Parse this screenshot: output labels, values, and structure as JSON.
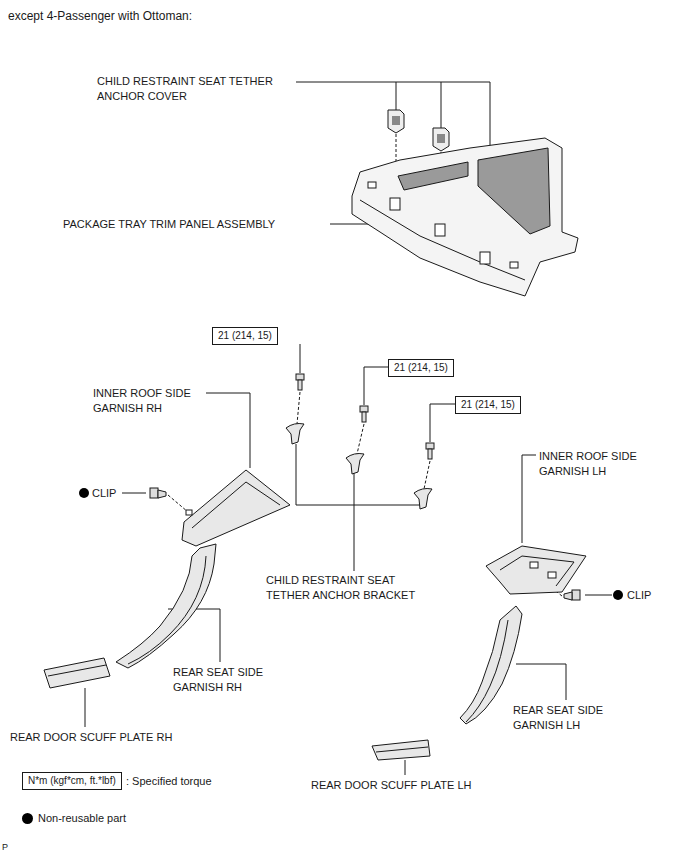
{
  "diagram": {
    "title": "except 4-Passenger with Ottoman:",
    "nodes": [
      {
        "text": [
          "21 (214, 15)"
        ]
      },
      {
        "text": [
          "21 (214, 15)"
        ]
      },
      {
        "text": [
          "21 (214, 15)"
        ]
      },
      {
        "text": [
          "N*m (kgf*cm, ft.*lbf)"
        ]
      }
    ],
    "labels": [
      "CHILD RESTRAINT SEAT TETHER ANCHOR COVER",
      "PACKAGE TRAY TRIM PANEL ASSEMBLY",
      "INNER ROOF SIDE GARNISH RH",
      "CLIP",
      "CHILD RESTRAINT SEAT TETHER ANCHOR BRACKET",
      "INNER ROOF SIDE GARNISH LH",
      "CLIP",
      "REAR SEAT SIDE GARNISH RH",
      "REAR SEAT SIDE GARNISH LH",
      "REAR DOOR SCUFF PLATE RH",
      "REAR DOOR SCUFF PLATE LH",
      "P"
    ],
    "legend": [
      {
        "text": ": Specified torque"
      },
      {
        "text": "Non-reusable part",
        "color": "#000000"
      }
    ]
  }
}
